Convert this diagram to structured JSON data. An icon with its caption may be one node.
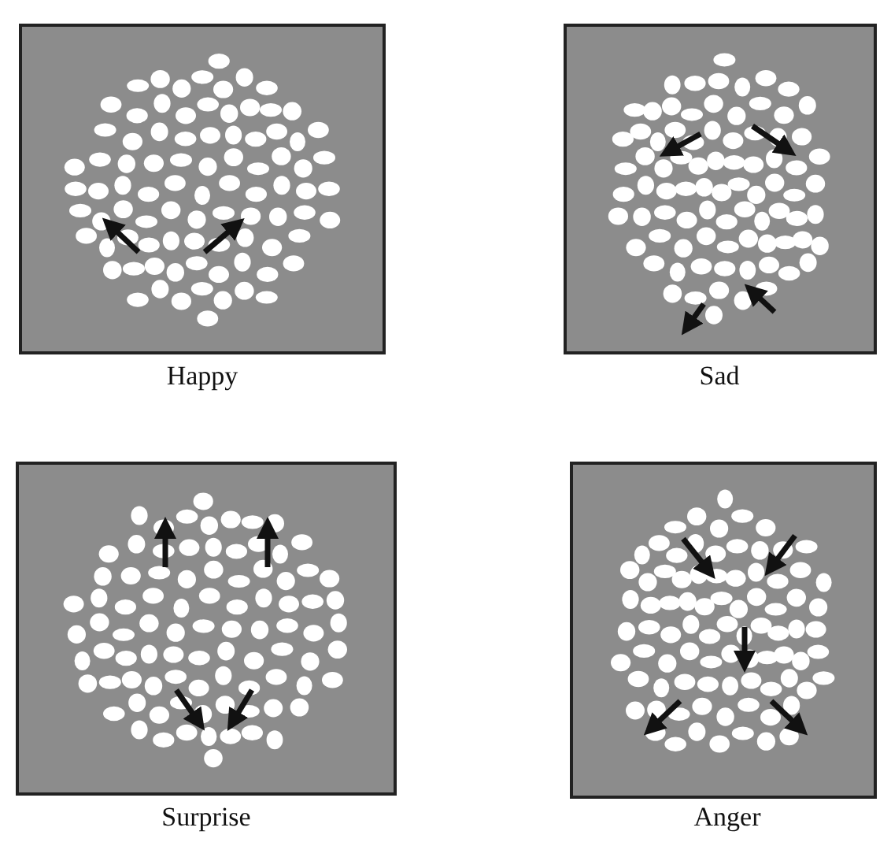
{
  "diagram": {
    "labels": [
      "Happy",
      "Sad",
      "Surprise",
      "Anger"
    ]
  }
}
